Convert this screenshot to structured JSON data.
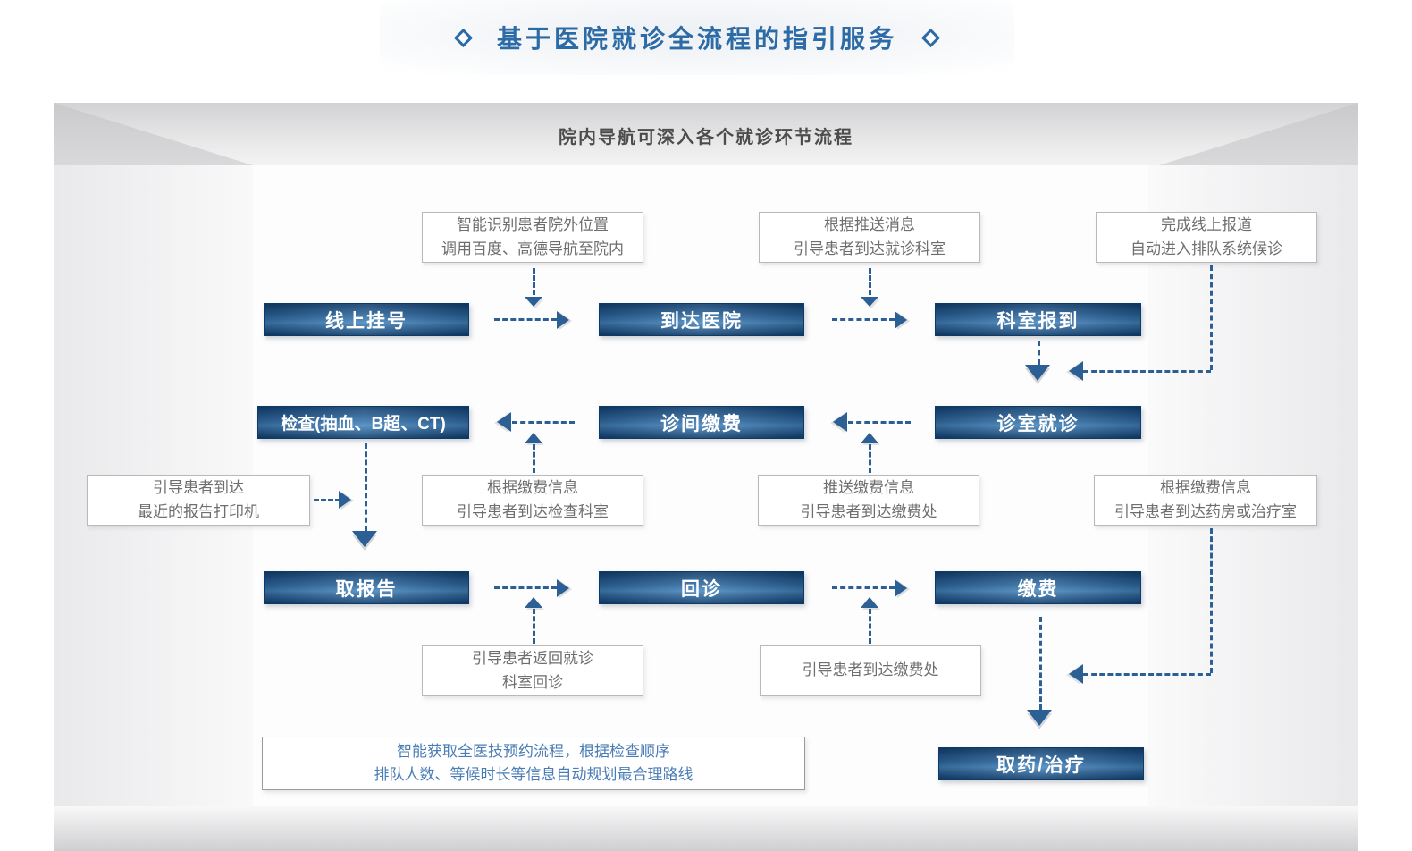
{
  "header": {
    "title": "基于医院就诊全流程的指引服务"
  },
  "panel": {
    "subtitle": "院内导航可深入各个就诊环节流程"
  },
  "steps": {
    "online_register": "线上挂号",
    "arrive": "到达医院",
    "dept_checkin": "科室报到",
    "exam": "检查(抽血、B超、CT)",
    "clinic_pay": "诊间缴费",
    "consult": "诊室就诊",
    "get_report": "取报告",
    "revisit": "回诊",
    "pay": "缴费",
    "medicine": "取药/治疗"
  },
  "notes": {
    "locate": [
      "智能识别患者院外位置",
      "调用百度、高德导航至院内"
    ],
    "push_msg": [
      "根据推送消息",
      "引导患者到达就诊科室"
    ],
    "online_report": [
      "完成线上报道",
      "自动进入排队系统候诊"
    ],
    "printer": [
      "引导患者到达",
      "最近的报告打印机"
    ],
    "exam_pay": [
      "根据缴费信息",
      "引导患者到达检查科室"
    ],
    "push_pay": [
      "推送缴费信息",
      "引导患者到达缴费处"
    ],
    "pharmacy": [
      "根据缴费信息",
      "引导患者到达药房或治疗室"
    ],
    "return_visit": [
      "引导患者返回就诊",
      "科室回诊"
    ],
    "pay_office": [
      "引导患者到达缴费处"
    ],
    "smart_route": [
      "智能获取全医技预约流程，根据检查顺序",
      "排队人数、等候时长等信息自动规划最合理路线"
    ]
  },
  "colors": {
    "accent_blue": "#2d6ba6",
    "arrow_blue": "#2c5f94",
    "note_gray": "#6e6e6e",
    "note_blue": "#4a7db6",
    "box_gradient_dark": "#123f6d",
    "box_gradient_light": "#4c8bc1"
  }
}
